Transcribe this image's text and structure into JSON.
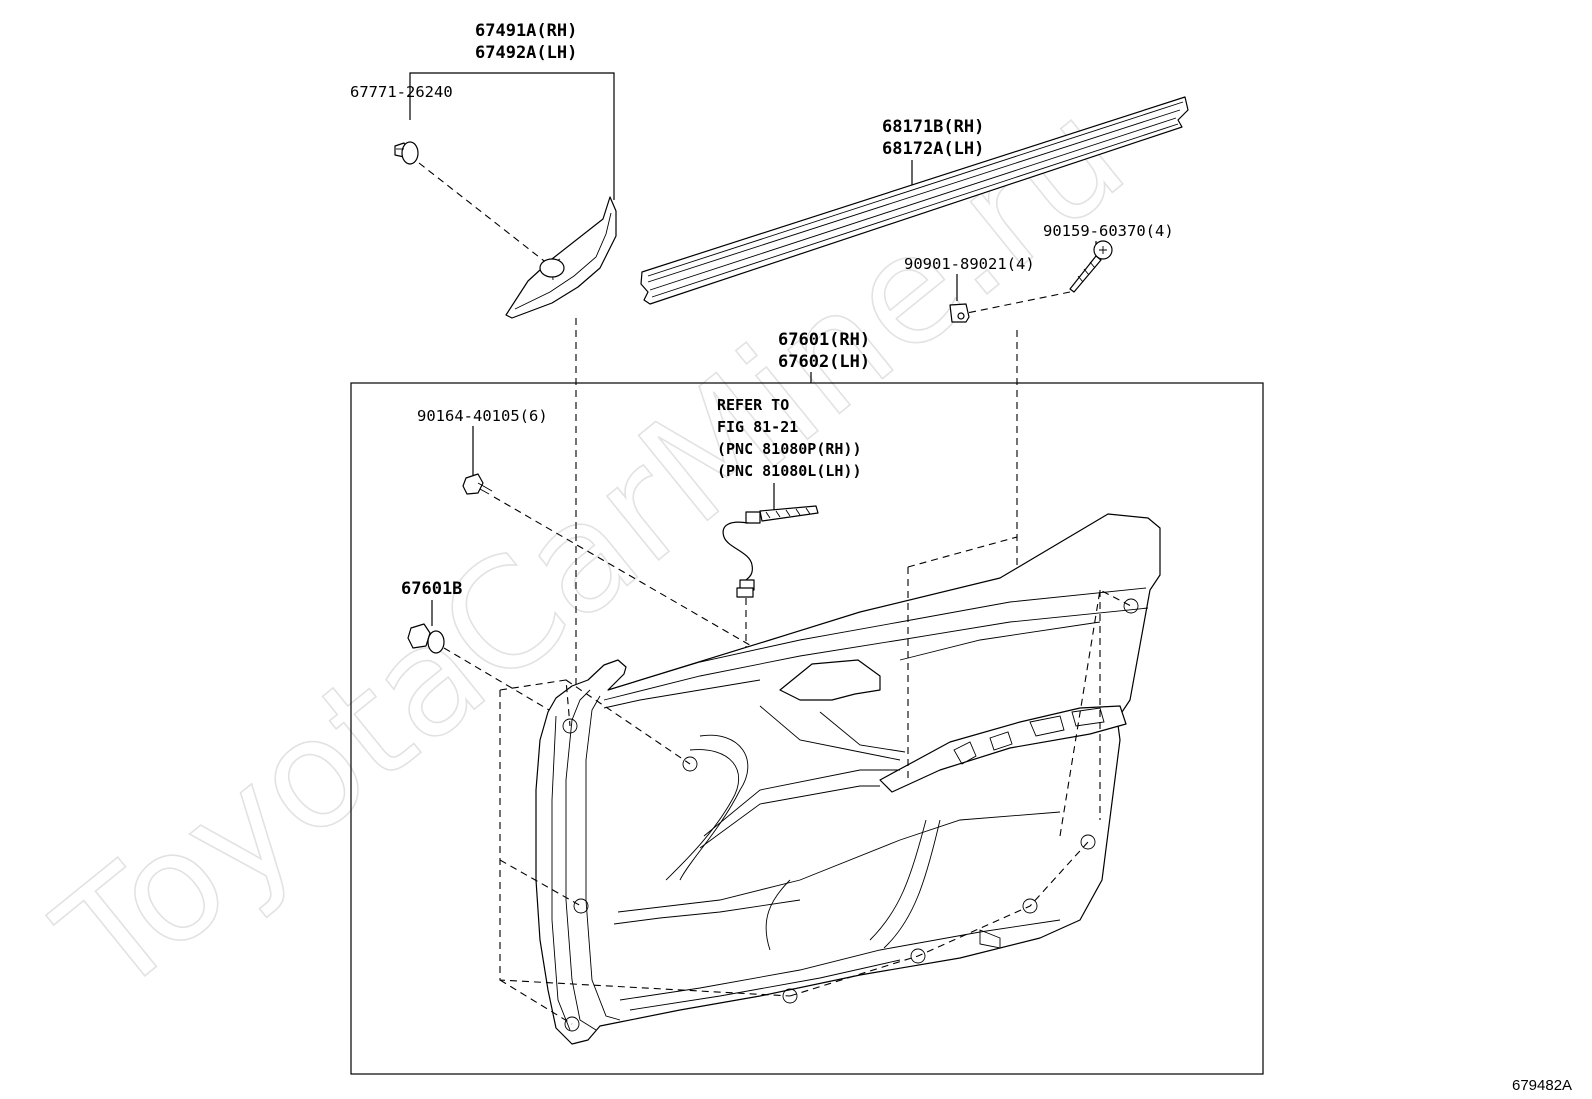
{
  "watermark": "ToyotaCarMine.ru",
  "diagram_code": "679482A",
  "parts": {
    "garnish": {
      "rh": "67491A(RH)",
      "lh": "67492A(LH)"
    },
    "clip_top": "67771-26240",
    "weatherstrip": {
      "rh": "68171B(RH)",
      "lh": "68172A(LH)"
    },
    "screw": "90159-60370(4)",
    "nut": "90901-89021(4)",
    "panel": {
      "rh": "67601(RH)",
      "lh": "67602(LH)"
    },
    "clip_mid": "90164-40105(6)",
    "clip_panel": "67601B",
    "refer": {
      "line1": "REFER TO",
      "line2": "FIG 81-21",
      "line3": "(PNC 81080P(RH))",
      "line4": "(PNC 81080L(LH))"
    }
  }
}
